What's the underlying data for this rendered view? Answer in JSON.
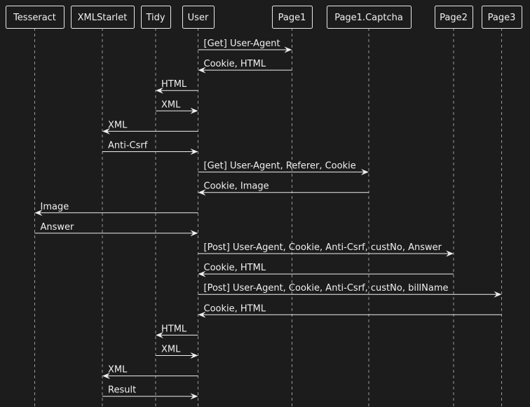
{
  "participants": [
    {
      "id": "tesseract",
      "label": "Tesseract"
    },
    {
      "id": "xmlstarlet",
      "label": "XMLStarlet"
    },
    {
      "id": "tidy",
      "label": "Tidy"
    },
    {
      "id": "user",
      "label": "User"
    },
    {
      "id": "page1",
      "label": "Page1"
    },
    {
      "id": "page1captcha",
      "label": "Page1.Captcha"
    },
    {
      "id": "page2",
      "label": "Page2"
    },
    {
      "id": "page3",
      "label": "Page3"
    }
  ],
  "messages": [
    {
      "from": "user",
      "to": "page1",
      "label": "[Get] User-Agent"
    },
    {
      "from": "page1",
      "to": "user",
      "label": "Cookie, HTML"
    },
    {
      "from": "user",
      "to": "tidy",
      "label": "HTML"
    },
    {
      "from": "tidy",
      "to": "user",
      "label": "XML"
    },
    {
      "from": "user",
      "to": "xmlstarlet",
      "label": "XML"
    },
    {
      "from": "xmlstarlet",
      "to": "user",
      "label": "Anti-Csrf"
    },
    {
      "from": "user",
      "to": "page1captcha",
      "label": "[Get] User-Agent, Referer, Cookie"
    },
    {
      "from": "page1captcha",
      "to": "user",
      "label": "Cookie, Image"
    },
    {
      "from": "user",
      "to": "tesseract",
      "label": "Image"
    },
    {
      "from": "tesseract",
      "to": "user",
      "label": "Answer"
    },
    {
      "from": "user",
      "to": "page2",
      "label": "[Post] User-Agent, Cookie, Anti-Csrf, custNo, Answer"
    },
    {
      "from": "page2",
      "to": "user",
      "label": "Cookie, HTML"
    },
    {
      "from": "user",
      "to": "page3",
      "label": "[Post] User-Agent, Cookie, Anti-Csrf, custNo, billName"
    },
    {
      "from": "page3",
      "to": "user",
      "label": "Cookie, HTML"
    },
    {
      "from": "user",
      "to": "tidy",
      "label": "HTML"
    },
    {
      "from": "tidy",
      "to": "user",
      "label": "XML"
    },
    {
      "from": "user",
      "to": "xmlstarlet",
      "label": "XML"
    },
    {
      "from": "xmlstarlet",
      "to": "user",
      "label": "Result"
    }
  ]
}
